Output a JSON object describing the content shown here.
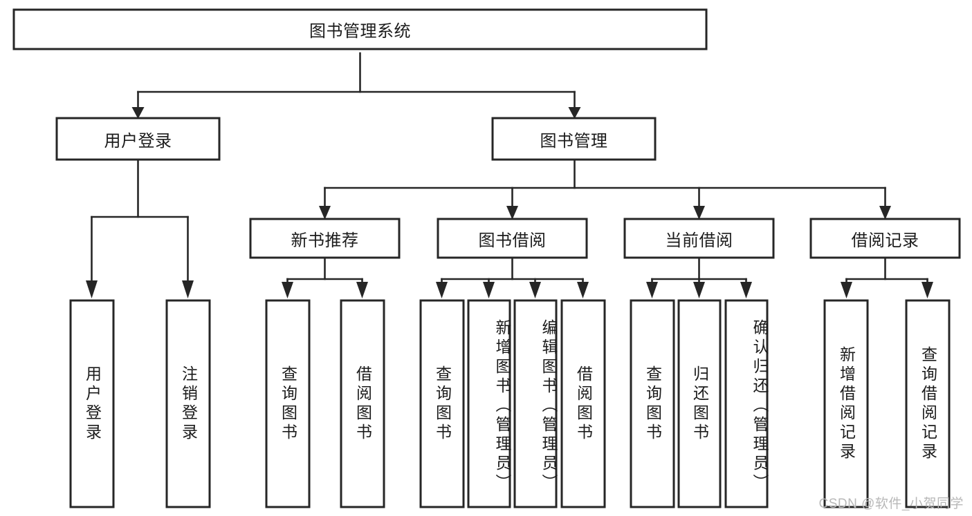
{
  "diagram": {
    "type": "hierarchy-tree",
    "title": "图书管理系统",
    "colors": {
      "box_stroke": "#262626",
      "box_fill": "#ffffff",
      "connector": "#262626",
      "text": "#1b1b1b",
      "background": "#ffffff",
      "watermark": "#b8b8b8"
    },
    "levels": {
      "root": {
        "id": "root",
        "label": "图书管理系统"
      },
      "level2": [
        {
          "id": "user-login",
          "label": "用户登录"
        },
        {
          "id": "book-management",
          "label": "图书管理"
        }
      ],
      "level3": [
        {
          "id": "new-book-recommend",
          "label": "新书推荐",
          "parent": "book-management"
        },
        {
          "id": "book-borrow",
          "label": "图书借阅",
          "parent": "book-management"
        },
        {
          "id": "current-borrow",
          "label": "当前借阅",
          "parent": "book-management"
        },
        {
          "id": "borrow-record",
          "label": "借阅记录",
          "parent": "book-management"
        }
      ],
      "leaves": [
        {
          "id": "leaf-user-login",
          "label": "用户登录",
          "parent": "user-login"
        },
        {
          "id": "leaf-logout-login",
          "label": "注销登录",
          "parent": "user-login"
        },
        {
          "id": "leaf-query-book-1",
          "label": "查询图书",
          "parent": "new-book-recommend"
        },
        {
          "id": "leaf-borrow-book-1",
          "label": "借阅图书",
          "parent": "new-book-recommend"
        },
        {
          "id": "leaf-query-book-2",
          "label": "查询图书",
          "parent": "book-borrow"
        },
        {
          "id": "leaf-add-book",
          "label": "新增图书（管理员）",
          "parent": "book-borrow"
        },
        {
          "id": "leaf-edit-book",
          "label": "编辑图书（管理员）",
          "parent": "book-borrow"
        },
        {
          "id": "leaf-borrow-book-2",
          "label": "借阅图书",
          "parent": "book-borrow"
        },
        {
          "id": "leaf-query-book-3",
          "label": "查询图书",
          "parent": "current-borrow"
        },
        {
          "id": "leaf-return-book",
          "label": "归还图书",
          "parent": "current-borrow"
        },
        {
          "id": "leaf-confirm-return",
          "label": "确认归还（管理员）",
          "parent": "current-borrow"
        },
        {
          "id": "leaf-add-record",
          "label": "新增借阅记录",
          "parent": "borrow-record"
        },
        {
          "id": "leaf-query-record",
          "label": "查询借阅记录",
          "parent": "borrow-record"
        }
      ]
    },
    "watermark": "CSDN @软件_小贺同学"
  }
}
